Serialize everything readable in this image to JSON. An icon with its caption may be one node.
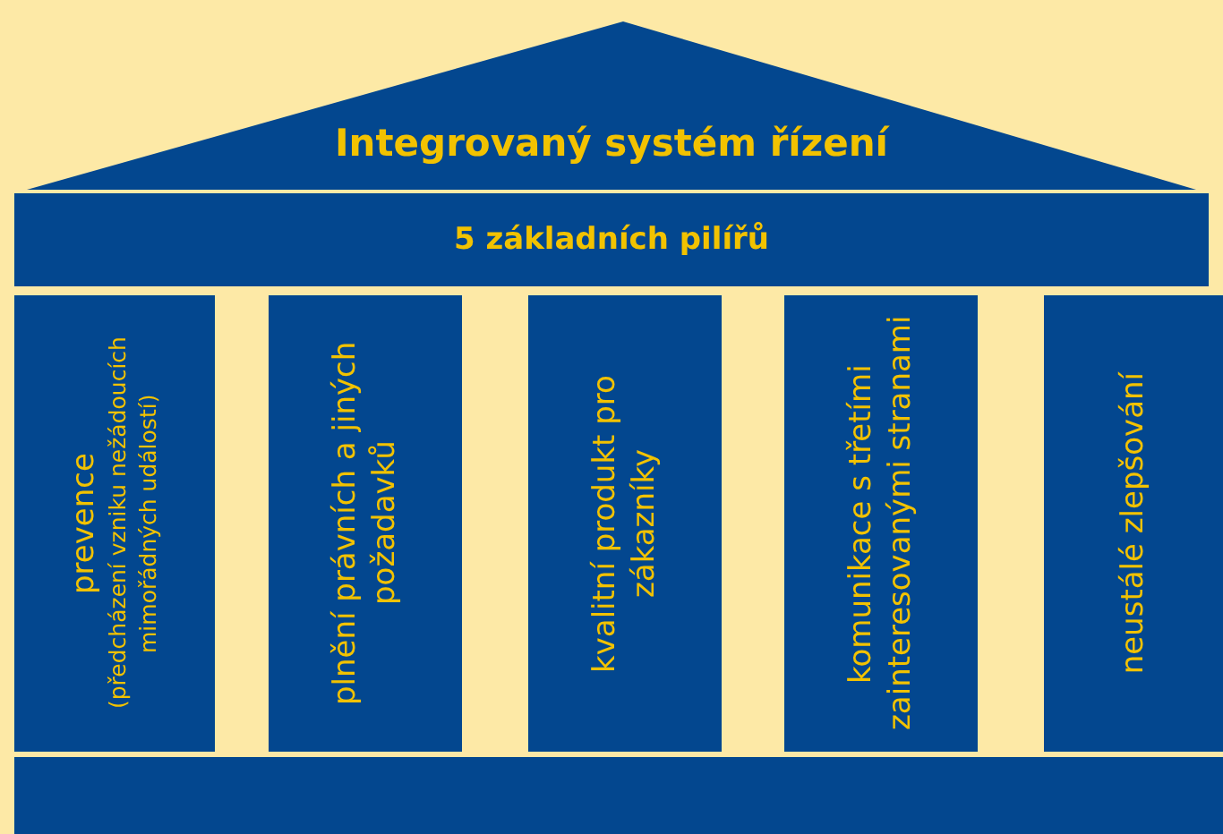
{
  "diagram": {
    "nodes": [
      {
        "text": [
          "Integrovaný systém řízení"
        ]
      },
      {
        "text": [
          "5 základních pilířů"
        ]
      },
      {
        "text": [
          "prevence",
          "(předcházení vzniku nežádoucích mimořádných událostí)"
        ]
      },
      {
        "text": [
          "plnění právních a jiných požadavků"
        ]
      },
      {
        "text": [
          "kvalitní produkt pro zákazníky"
        ]
      },
      {
        "text": [
          "komunikace s třetími zainteresovanými stranami"
        ]
      },
      {
        "text": [
          "neustálé zlepšování"
        ]
      },
      {
        "text": [],
        "shape": "box"
      }
    ]
  }
}
